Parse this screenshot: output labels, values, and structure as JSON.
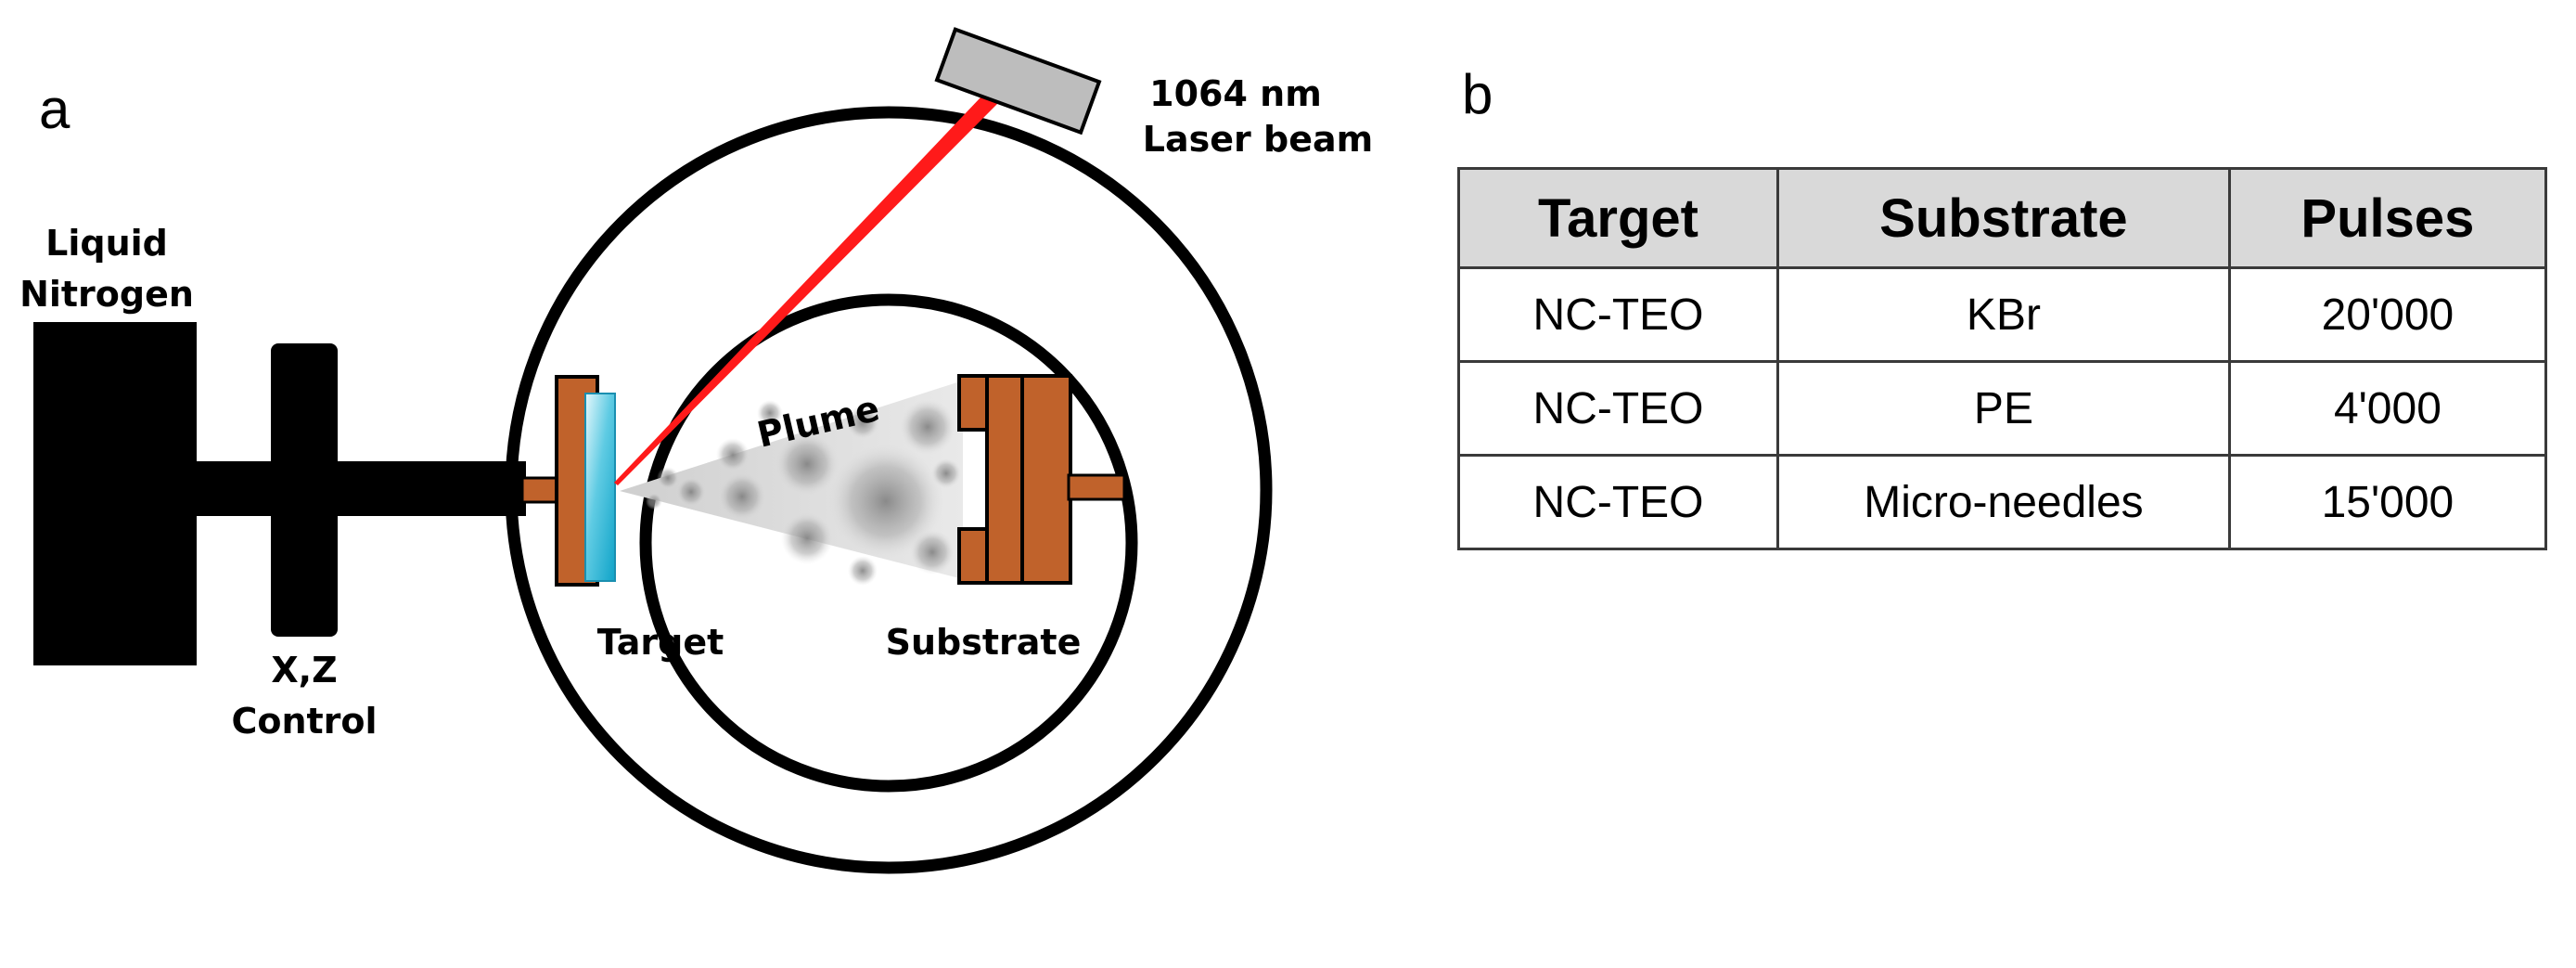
{
  "panel_a": {
    "letter": "a",
    "labels": {
      "liquid_nitrogen_line1": "Liquid",
      "liquid_nitrogen_line2": "Nitrogen",
      "xz_control_line1": "X,Z",
      "xz_control_line2": "Control",
      "laser_line1": "1064 nm",
      "laser_line2": "Laser beam",
      "plume": "Plume",
      "target": "Target",
      "substrate": "Substrate"
    },
    "colors": {
      "holder": "#c0622b",
      "target_crystal": "#2bb6d6",
      "laser": "#ff1a1a",
      "laser_head": "#bdbdbd",
      "plume": "#9a9a9a"
    }
  },
  "panel_b": {
    "letter": "b",
    "table": {
      "headers": [
        "Target",
        "Substrate",
        "Pulses"
      ],
      "rows": [
        [
          "NC-TEO",
          "KBr",
          "20'000"
        ],
        [
          "NC-TEO",
          "PE",
          "4'000"
        ],
        [
          "NC-TEO",
          "Micro-needles",
          "15'000"
        ]
      ]
    }
  }
}
